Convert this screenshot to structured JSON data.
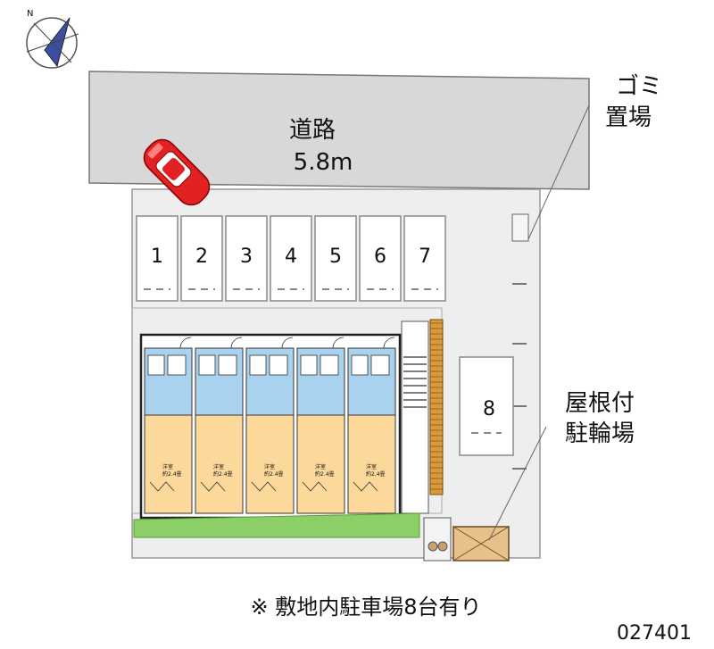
{
  "road": {
    "name": "道路",
    "width": "5.8m"
  },
  "garbage": {
    "line1": "ゴミ",
    "line2": "置場"
  },
  "bicycle": {
    "line1": "屋根付",
    "line2": "駐輪場"
  },
  "parking": {
    "slots": [
      "1",
      "2",
      "3",
      "4",
      "5",
      "6",
      "7"
    ],
    "side_slot": "8"
  },
  "units": [
    {
      "text_top": "洋室",
      "text_bottom": "約2.4畳"
    },
    {
      "text_top": "洋室",
      "text_bottom": "約2.4畳"
    },
    {
      "text_top": "洋室",
      "text_bottom": "約2.4畳"
    },
    {
      "text_top": "洋室",
      "text_bottom": "約2.4畳"
    },
    {
      "text_top": "洋室",
      "text_bottom": "約2.4畳"
    }
  ],
  "compass_label": "N",
  "footer_note": "※ 敷地内駐車場8台有り",
  "code": "027401",
  "colors": {
    "road": "#d8d8d8",
    "ground": "#eeeeee",
    "unit_orange": "#fcd89a",
    "unit_blue": "#a8d2ee",
    "car": "#e22222",
    "fence": "#d89a3a",
    "grass": "#8ccf67"
  }
}
